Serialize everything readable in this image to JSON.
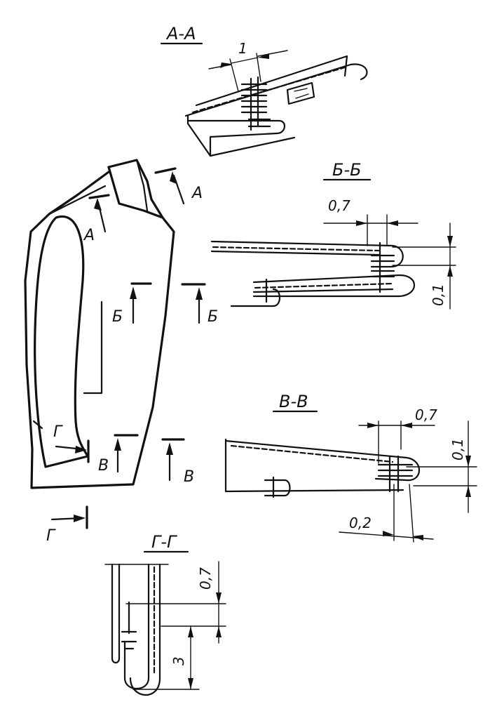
{
  "sections": {
    "aa": {
      "title": "А-А",
      "dim": "1"
    },
    "bb": {
      "title": "Б-Б",
      "dim_width": "0,7",
      "dim_height": "0,1"
    },
    "vv": {
      "title": "В-В",
      "dim_width": "0,7",
      "dim_height": "0,1",
      "dim_bottom": "0,2"
    },
    "gg": {
      "title": "Г-Г",
      "dim_top": "0,7",
      "dim_bottom": "3"
    }
  },
  "cut_labels": {
    "a": "А",
    "b": "Б",
    "v": "В",
    "g": "Г"
  }
}
